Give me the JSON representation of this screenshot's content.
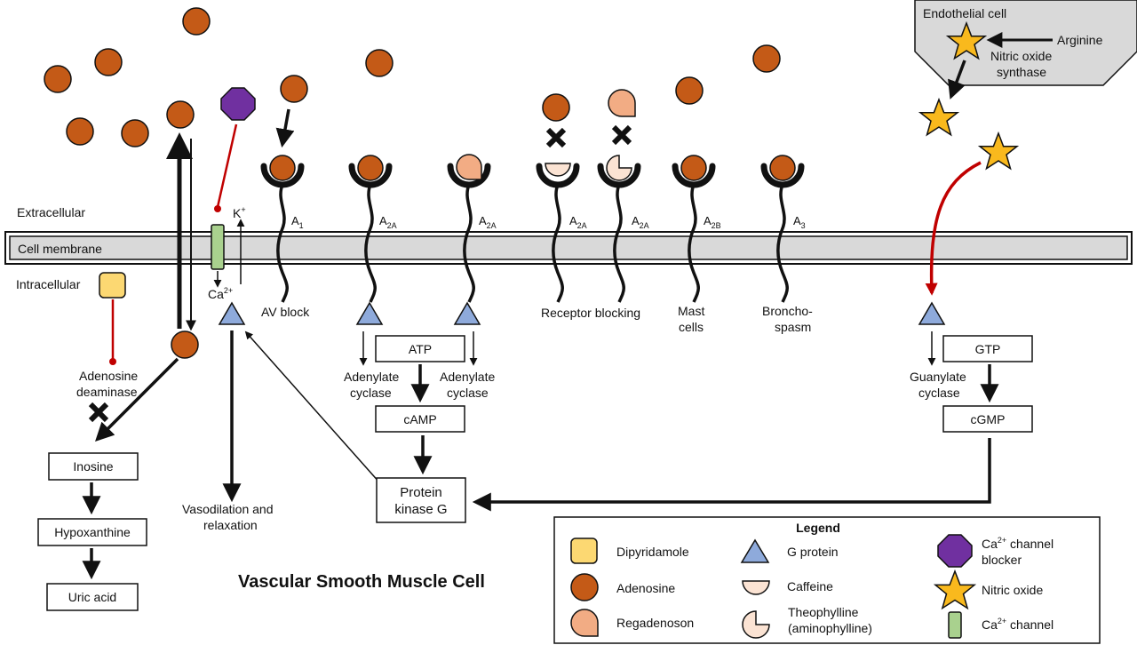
{
  "title": "Vascular Smooth Muscle Cell",
  "regions": {
    "extracellular": "Extracellular",
    "membrane": "Cell membrane",
    "intracellular": "Intracellular"
  },
  "endothelial": {
    "title": "Endothelial cell",
    "arginine": "Arginine",
    "nos_line1": "Nitric oxide",
    "nos_line2": "synthase"
  },
  "ions": {
    "k": "K",
    "k_sup": "+",
    "ca": "Ca",
    "ca_sup": "2+"
  },
  "receptors": [
    {
      "name": "A",
      "sub": "1"
    },
    {
      "name": "A",
      "sub": "2A"
    },
    {
      "name": "A",
      "sub": "2A"
    },
    {
      "name": "A",
      "sub": "2A"
    },
    {
      "name": "A",
      "sub": "2A"
    },
    {
      "name": "A",
      "sub": "2B"
    },
    {
      "name": "A",
      "sub": "3"
    }
  ],
  "effects": {
    "av_block": "AV block",
    "receptor_blocking": "Receptor blocking",
    "mast_1": "Mast",
    "mast_2": "cells",
    "broncho_1": "Broncho-",
    "broncho_2": "spasm",
    "vaso_1": "Vasodilation and",
    "vaso_2": "relaxation"
  },
  "pathway": {
    "adenosine_deaminase_1": "Adenosine",
    "adenosine_deaminase_2": "deaminase",
    "inosine": "Inosine",
    "hypoxanthine": "Hypoxanthine",
    "uric_acid": "Uric acid",
    "atp": "ATP",
    "camp": "cAMP",
    "adenylate_1": "Adenylate",
    "adenylate_2": "cyclase",
    "pkg_1": "Protein",
    "pkg_2": "kinase G",
    "gtp": "GTP",
    "cgmp": "cGMP",
    "guanylate_1": "Guanylate",
    "guanylate_2": "cyclase"
  },
  "legend": {
    "title": "Legend",
    "dipyridamole": "Dipyridamole",
    "adenosine": "Adenosine",
    "regadenoson": "Regadenoson",
    "g_protein": "G protein",
    "caffeine": "Caffeine",
    "theophylline_1": "Theophylline",
    "theophylline_2": "(aminophylline)",
    "ca_blocker_1": "Ca",
    "ca_blocker_sup": "2+",
    "ca_blocker_2": " channel",
    "ca_blocker_3": "blocker",
    "nitric_oxide": "Nitric oxide",
    "ca_channel_1": "Ca",
    "ca_channel_sup": "2+",
    "ca_channel_2": " channel"
  },
  "colors": {
    "adenosine": "#c45a17",
    "regadenoson": "#f2ac84",
    "caffeine": "#fbe3d3",
    "dipyridamole": "#fcd872",
    "g_protein": "#8eaadb",
    "ca_blocker": "#7030a0",
    "nitric_oxide": "#f9b91d",
    "ca_channel": "#a9d18e",
    "membrane": "#d9d9d9",
    "endothelial": "#d9d9d9",
    "inhibition": "#c00000"
  }
}
